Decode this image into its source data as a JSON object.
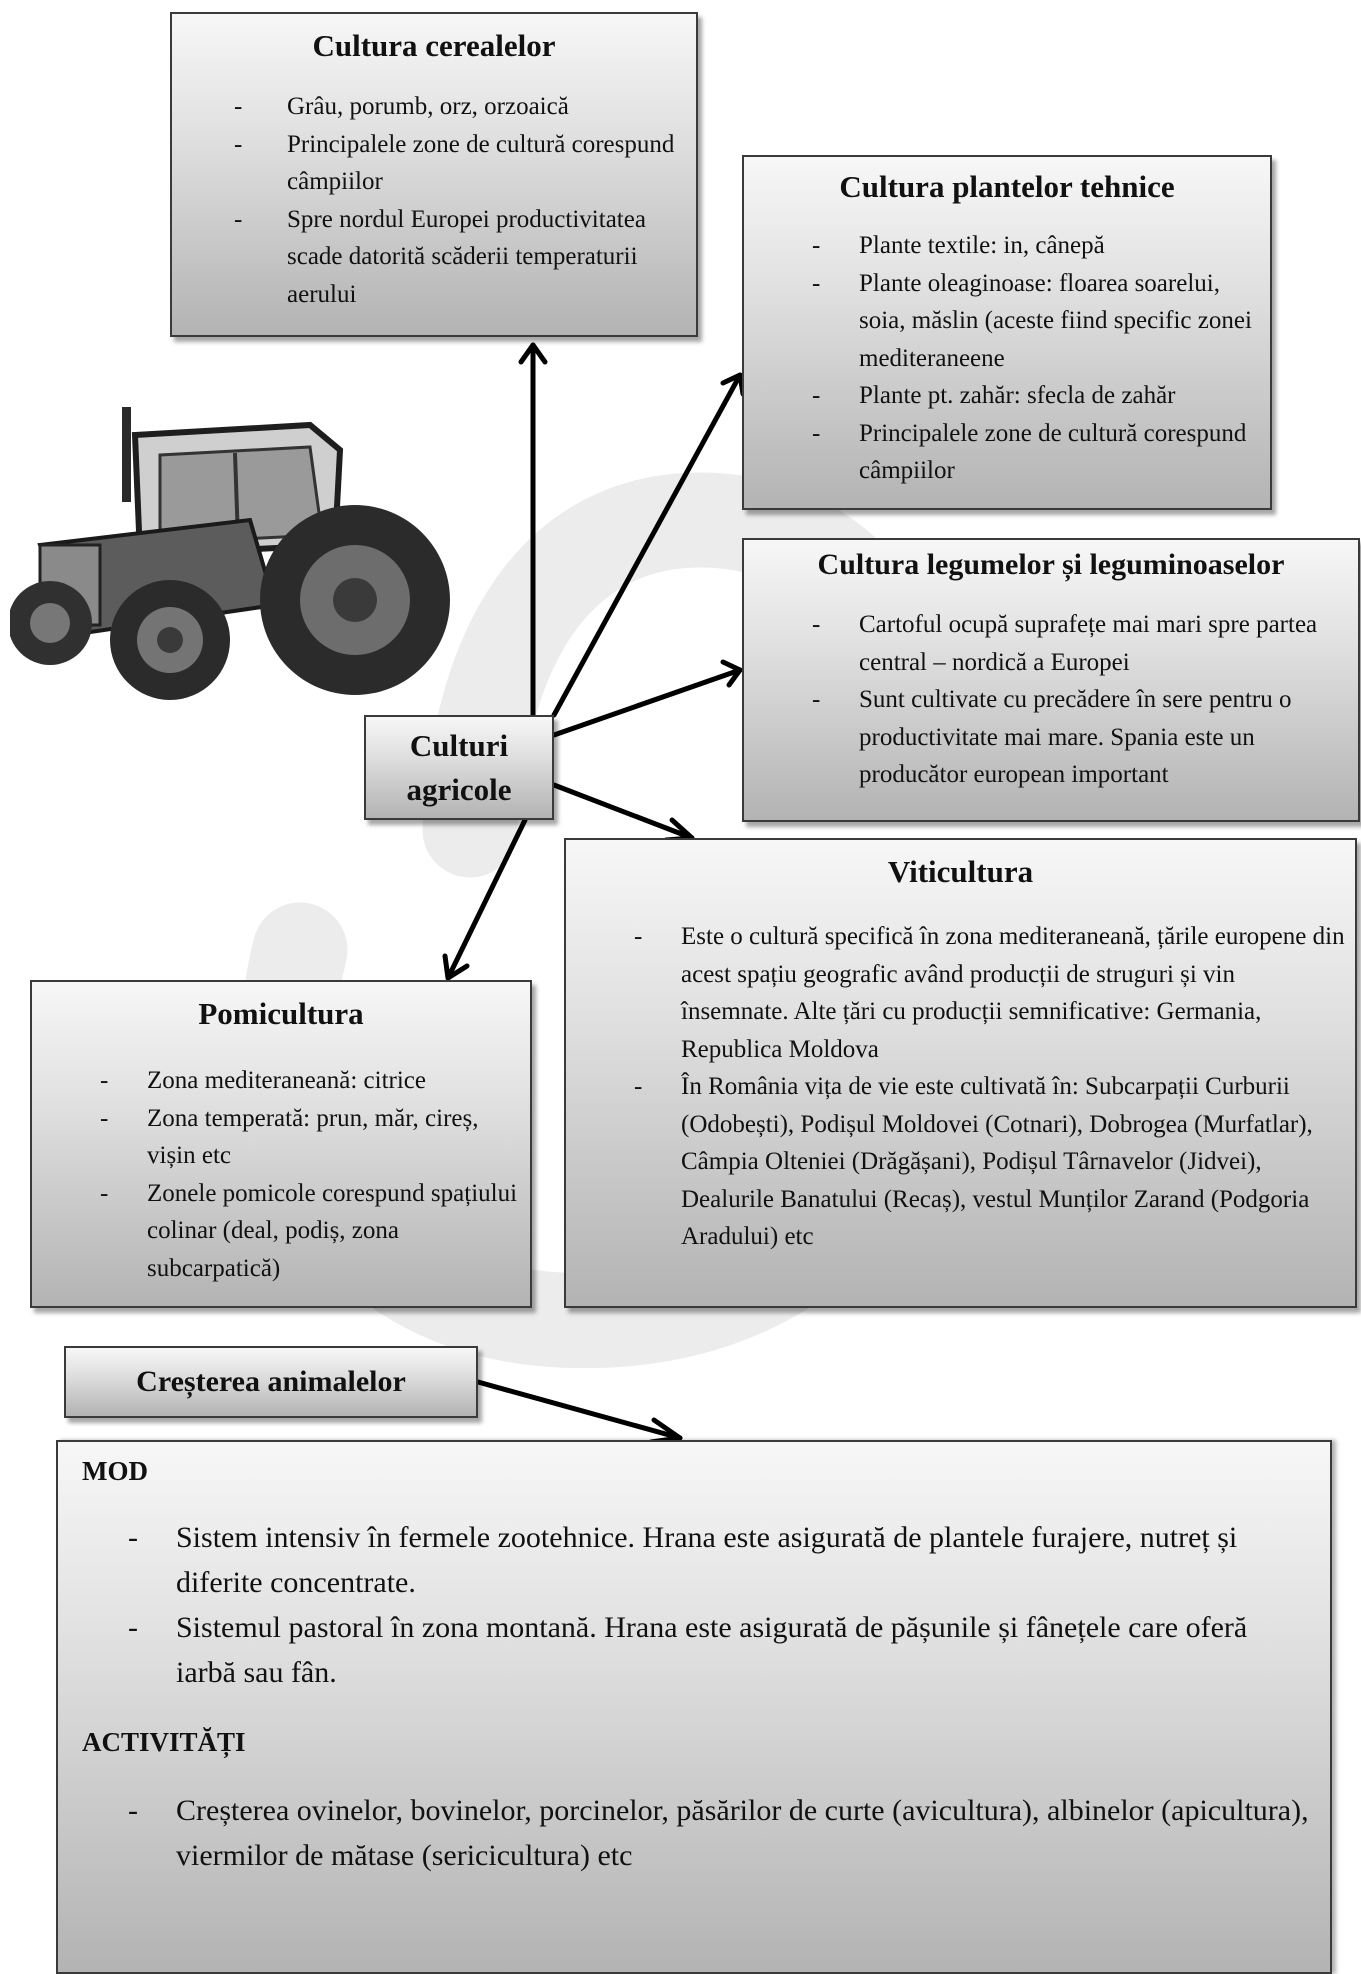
{
  "central": {
    "line1": "Culturi",
    "line2": "agricole"
  },
  "cereale": {
    "title": "Cultura cerealelor",
    "items": [
      "Grâu, porumb, orz, orzoaică",
      "Principalele zone de cultură corespund câmpiilor",
      "Spre nordul Europei productivitatea scade datorită scăderii temperaturii aerului"
    ]
  },
  "tehnice": {
    "title": "Cultura plantelor tehnice",
    "items": [
      "Plante textile: in, cânepă",
      "Plante oleaginoase: floarea soarelui, soia, măslin (aceste fiind specific zonei mediteraneene",
      "Plante pt. zahăr: sfecla de zahăr",
      "Principalele zone de cultură corespund câmpiilor"
    ]
  },
  "legume": {
    "title": "Cultura legumelor și leguminoaselor",
    "items": [
      "Cartoful ocupă suprafețe mai mari spre partea central – nordică a Europei",
      "Sunt cultivate cu precădere în sere pentru o productivitate mai mare. Spania este un producător european important"
    ]
  },
  "viticultura": {
    "title": "Viticultura",
    "items": [
      "Este o cultură specifică în zona mediteraneană, țările europene din acest spațiu geografic având producții de struguri și vin însemnate. Alte țări cu producții semnificative: Germania, Republica Moldova",
      "În România vița de vie este cultivată în: Subcarpații Curburii (Odobești), Podișul Moldovei (Cotnari), Dobrogea (Murfatlar), Câmpia Olteniei (Drăgășani), Podișul Târnavelor (Jidvei), Dealurile Banatului (Recaș), vestul Munților Zarand (Podgoria Aradului) etc"
    ]
  },
  "pomicultura": {
    "title": "Pomicultura",
    "items": [
      "Zona mediteraneană: citrice",
      "Zona temperată: prun, măr, cireș, vișin etc",
      "Zonele pomicole corespund spațiului colinar (deal, podiș, zona subcarpatică)"
    ]
  },
  "crestere": {
    "title": "Creșterea animalelor"
  },
  "mod": {
    "title": "MOD",
    "items": [
      "Sistem intensiv în fermele zootehnice. Hrana este asigurată de plantele furajere, nutreț și diferite concentrate.",
      "Sistemul pastoral în zona montană. Hrana este asigurată de pășunile și fânețele care oferă iarbă sau fân."
    ]
  },
  "activitati": {
    "title": "ACTIVITĂȚI",
    "items": [
      "Creșterea ovinelor, bovinelor, porcinelor, păsărilor de curte (avicultura), albinelor (apicultura), viermilor de mătase (sericicultura) etc"
    ]
  }
}
